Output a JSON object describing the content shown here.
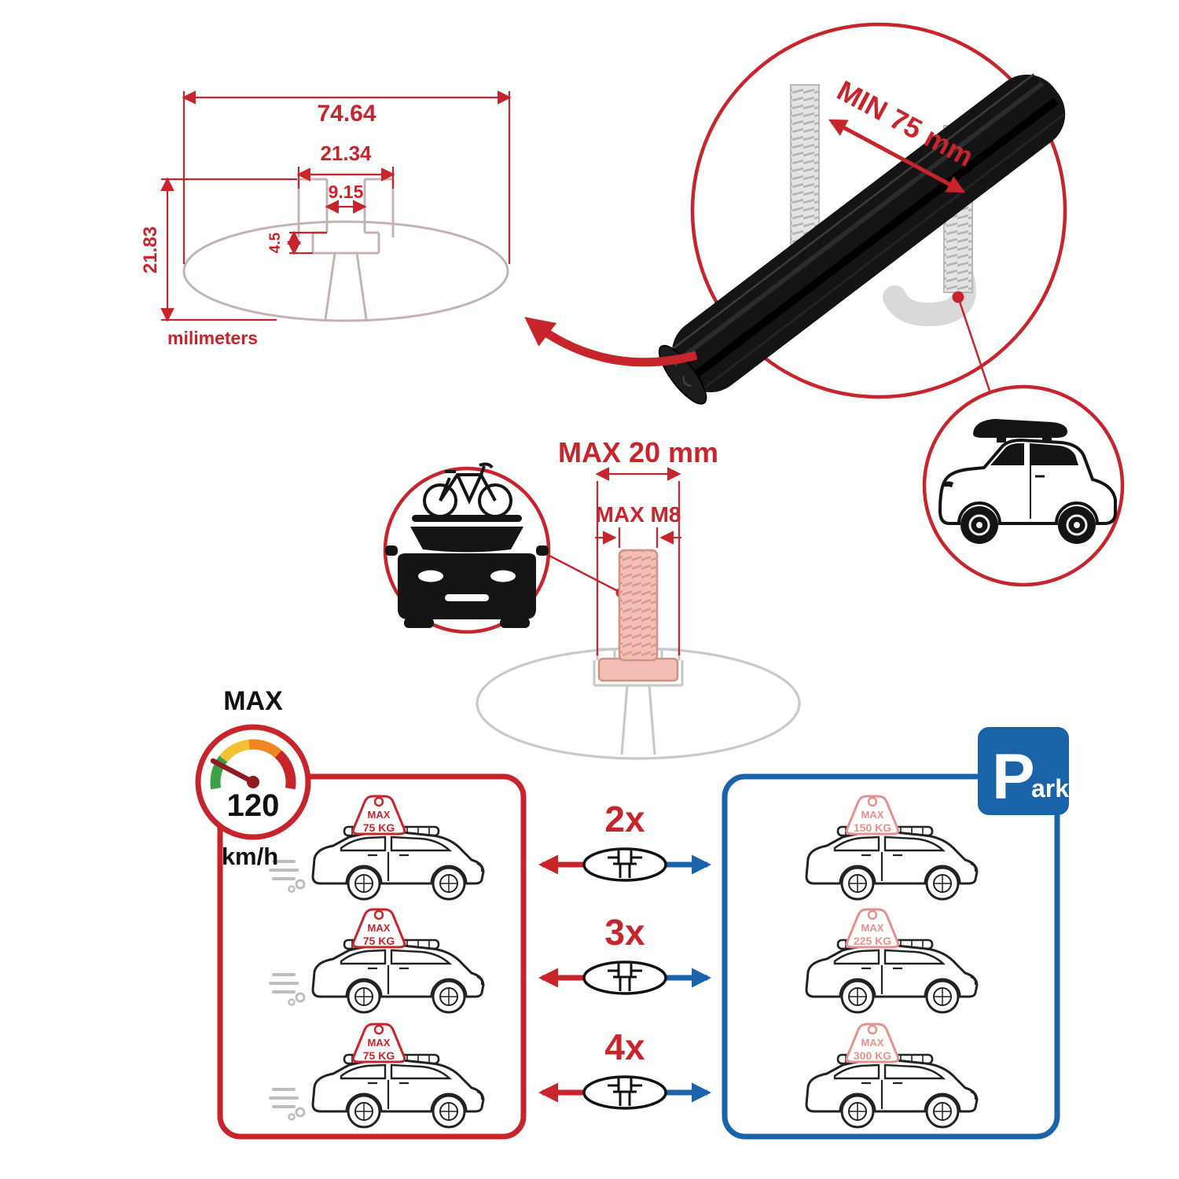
{
  "colors": {
    "accent_red": "#c8242b",
    "accent_blue": "#1b63a8",
    "tag_pink": "#e5928d",
    "profile_gray": "#c9c9c9",
    "bar_black": "#141414",
    "gauge_green": "#3da046",
    "gauge_yellow": "#f2c233",
    "gauge_orange": "#ee8722"
  },
  "dimension_diagram": {
    "total_width": "74.64",
    "channel_outer_width": "21.34",
    "channel_opening_width": "9.15",
    "lip_depth": "4.5",
    "total_height": "21.83",
    "units_label": "milimeters"
  },
  "crossbar_detail": {
    "min_span_label": "MIN 75 mm"
  },
  "bolt_detail": {
    "max_width_label": "MAX 20 mm",
    "max_thread_label": "MAX M8"
  },
  "speed_limit": {
    "heading": "MAX",
    "value": "120",
    "unit": "km/h"
  },
  "parking_sign": {
    "letter": "P",
    "rest": "ark"
  },
  "load_table": {
    "rows": [
      {
        "multiplier": "2x",
        "driving": {
          "line1": "MAX",
          "line2": "75 KG"
        },
        "parked": {
          "line1": "MAX",
          "line2": "150 KG"
        }
      },
      {
        "multiplier": "3x",
        "driving": {
          "line1": "MAX",
          "line2": "75 KG"
        },
        "parked": {
          "line1": "MAX",
          "line2": "225 KG"
        }
      },
      {
        "multiplier": "4x",
        "driving": {
          "line1": "MAX",
          "line2": "75 KG"
        },
        "parked": {
          "line1": "MAX",
          "line2": "300 KG"
        }
      }
    ]
  }
}
